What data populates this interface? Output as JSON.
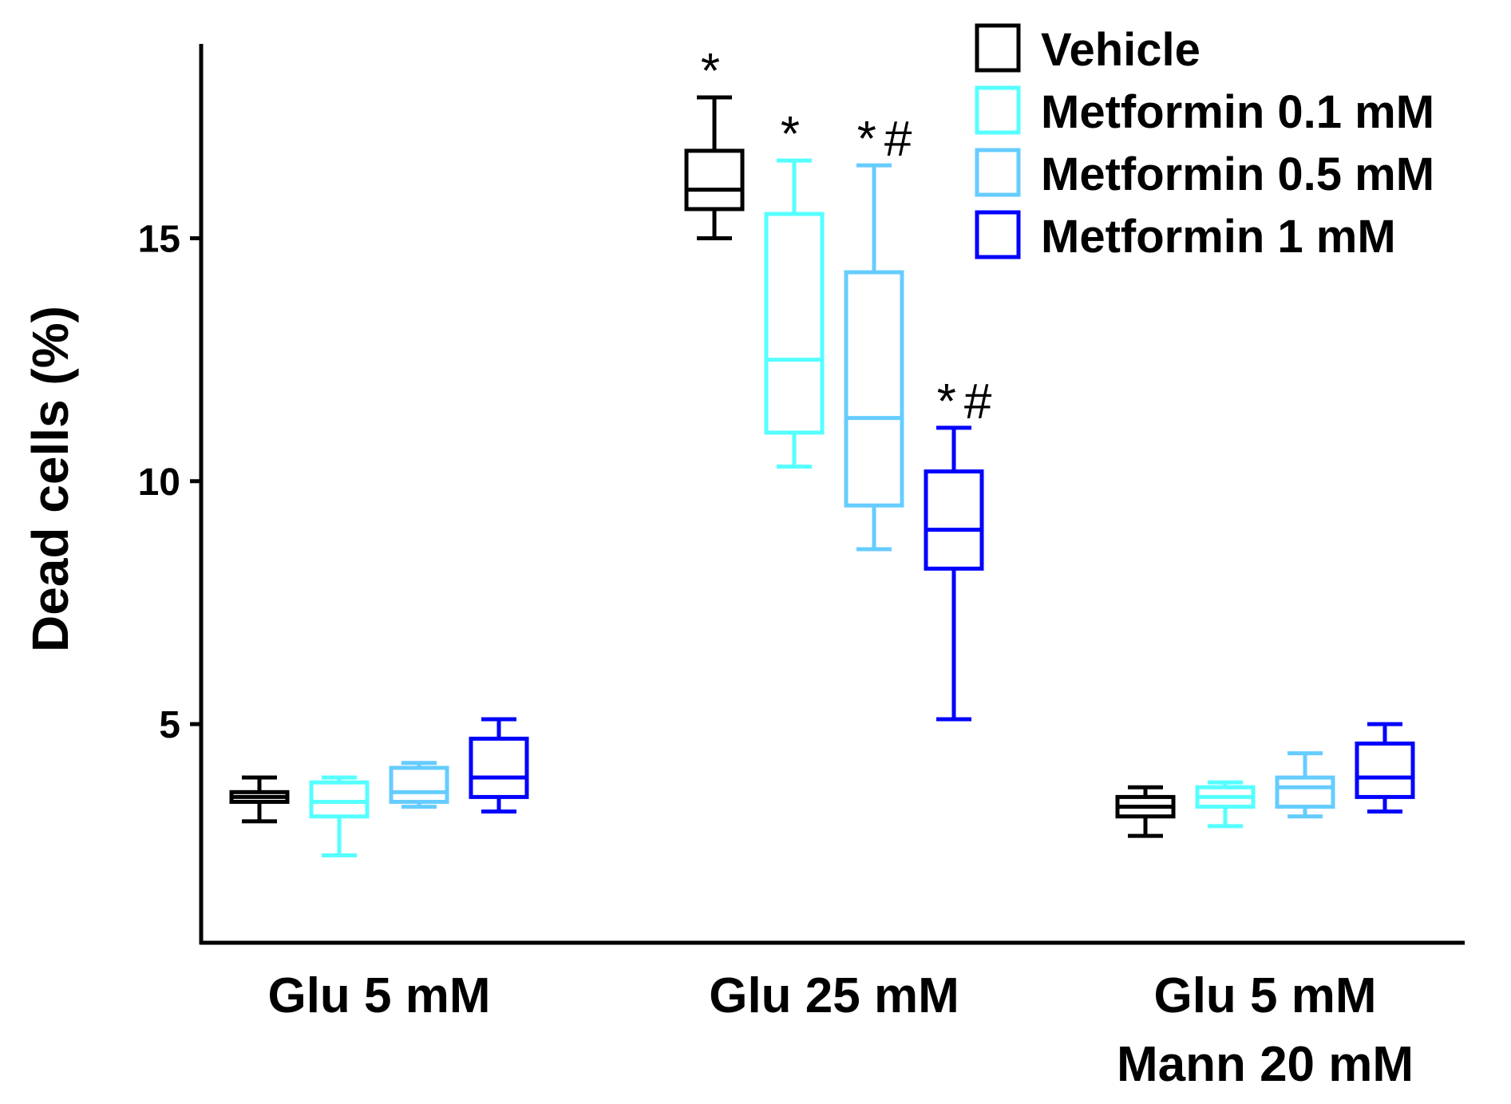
{
  "chart_data": {
    "type": "box",
    "ylabel": "Dead cells (%)",
    "ylim": [
      0.5,
      19
    ],
    "yticks": [
      5,
      10,
      15
    ],
    "legend_position": "top-right",
    "groups": [
      {
        "label_lines": [
          "Glu 5 mM"
        ]
      },
      {
        "label_lines": [
          "Glu 25 mM"
        ]
      },
      {
        "label_lines": [
          "Glu 5 mM",
          "Mann 20 mM"
        ]
      }
    ],
    "series": [
      {
        "name": "Vehicle",
        "color": "#000000",
        "boxes": [
          {
            "min": 3.0,
            "q1": 3.4,
            "median": 3.5,
            "q3": 3.6,
            "max": 3.9
          },
          {
            "min": 15.0,
            "q1": 15.6,
            "median": 16.0,
            "q3": 16.8,
            "max": 17.9,
            "annotation": "*"
          },
          {
            "min": 2.7,
            "q1": 3.1,
            "median": 3.3,
            "q3": 3.5,
            "max": 3.7
          }
        ]
      },
      {
        "name": "Metformin 0.1 mM",
        "color": "#55ffff",
        "boxes": [
          {
            "min": 2.3,
            "q1": 3.1,
            "median": 3.4,
            "q3": 3.8,
            "max": 3.9
          },
          {
            "min": 10.3,
            "q1": 11.0,
            "median": 12.5,
            "q3": 15.5,
            "max": 16.6,
            "annotation": "*"
          },
          {
            "min": 2.9,
            "q1": 3.3,
            "median": 3.5,
            "q3": 3.7,
            "max": 3.8
          }
        ]
      },
      {
        "name": "Metformin 0.5 mM",
        "color": "#66ccff",
        "boxes": [
          {
            "min": 3.3,
            "q1": 3.4,
            "median": 3.6,
            "q3": 4.1,
            "max": 4.2
          },
          {
            "min": 8.6,
            "q1": 9.5,
            "median": 11.3,
            "q3": 14.3,
            "max": 16.5,
            "annotation": "*#"
          },
          {
            "min": 3.1,
            "q1": 3.3,
            "median": 3.7,
            "q3": 3.9,
            "max": 4.4
          }
        ]
      },
      {
        "name": "Metformin 1 mM",
        "color": "#0000ff",
        "boxes": [
          {
            "min": 3.2,
            "q1": 3.5,
            "median": 3.9,
            "q3": 4.7,
            "max": 5.1
          },
          {
            "min": 5.1,
            "q1": 8.2,
            "median": 9.0,
            "q3": 10.2,
            "max": 11.1,
            "annotation": "*#"
          },
          {
            "min": 3.2,
            "q1": 3.5,
            "median": 3.9,
            "q3": 4.6,
            "max": 5.0
          }
        ]
      }
    ]
  }
}
